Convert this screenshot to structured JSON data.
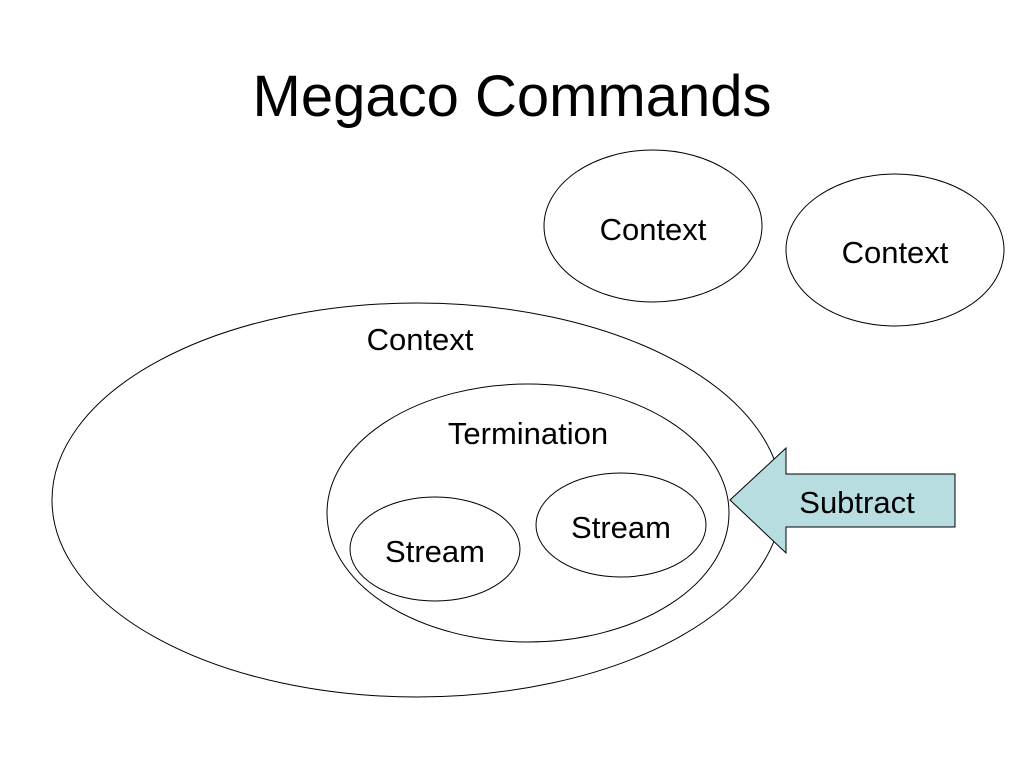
{
  "slide": {
    "title": "Megaco Commands"
  },
  "diagram": {
    "contexts": [
      {
        "label": "Context"
      },
      {
        "label": "Context"
      },
      {
        "label": "Context"
      }
    ],
    "termination": {
      "label": "Termination"
    },
    "streams": [
      {
        "label": "Stream"
      },
      {
        "label": "Stream"
      }
    ],
    "command_arrow": {
      "label": "Subtract",
      "fill": "#B7DDE0",
      "direction": "left"
    },
    "stroke_color": "#000000"
  }
}
